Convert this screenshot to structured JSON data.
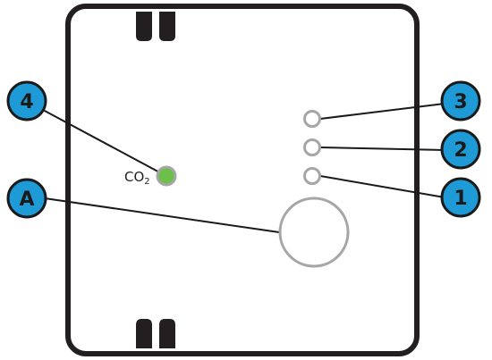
{
  "device": {
    "co2_label": "CO",
    "co2_subscript": "2"
  },
  "callouts": {
    "c4": "4",
    "c3": "3",
    "c2": "2",
    "c1": "1",
    "cA": "A"
  },
  "colors": {
    "outline": "#231f20",
    "led_ring": "#a6a6a6",
    "co2_led": "#6cc04a",
    "callout_fill": "#1e9bd7",
    "callout_stroke": "#1a1a1a"
  }
}
